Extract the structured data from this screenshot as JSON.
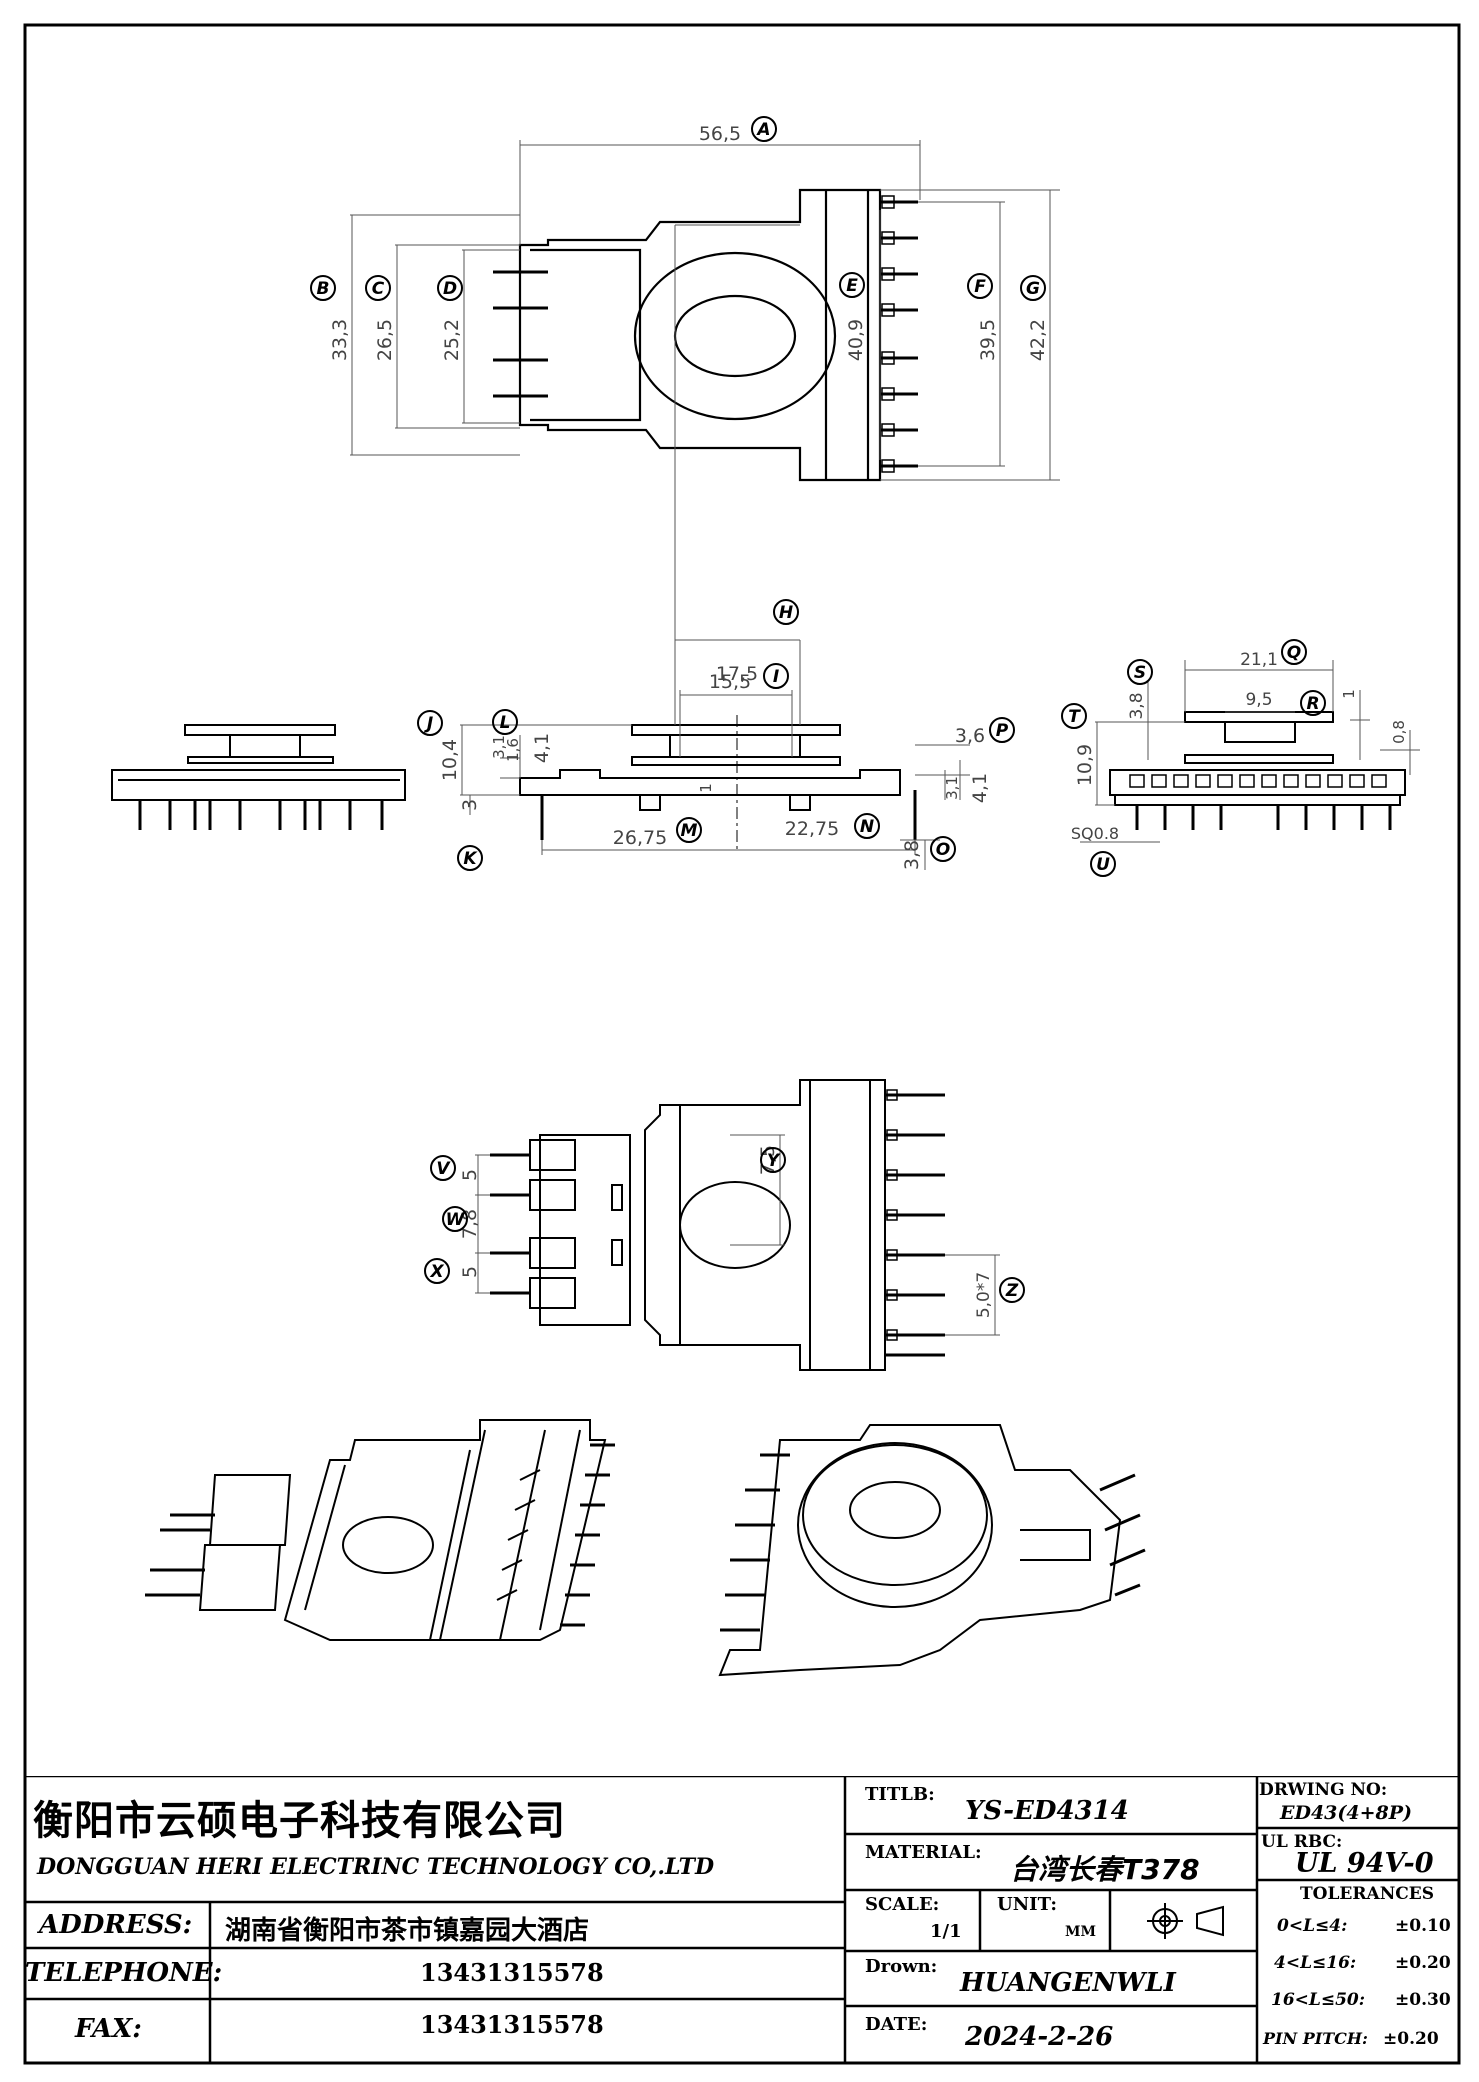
{
  "drawing": {
    "top_view": {
      "dims": {
        "A": "56,5",
        "B": "33,3",
        "C": "26,5",
        "D": "25,2",
        "E": "40,9",
        "F": "39,5",
        "G": "42,2"
      }
    },
    "side_view": {
      "dims": {
        "H": "17,5",
        "I": "15,5",
        "J": "10,4",
        "L1": "3,1",
        "L2": "1,6",
        "L3": "4,1",
        "K": "3",
        "M": "26,75",
        "N": "22,75",
        "O": "3,8",
        "P": "3,6",
        "P2": "3,1",
        "P3": "4,1",
        "center": "1"
      }
    },
    "end_view": {
      "dims": {
        "Q": "21,1",
        "R": "9,5",
        "S": "3,8",
        "S2": "1",
        "T": "10,9",
        "T2": "0,8",
        "U": "SQ0.8"
      }
    },
    "bottom_view": {
      "dims": {
        "V": "5",
        "W": "7,8",
        "X": "5",
        "Y": "7,5",
        "Z": "5,0*7"
      }
    },
    "bubbles": [
      "A",
      "B",
      "C",
      "D",
      "E",
      "F",
      "G",
      "H",
      "I",
      "J",
      "K",
      "L",
      "M",
      "N",
      "O",
      "P",
      "Q",
      "R",
      "S",
      "T",
      "U",
      "V",
      "W",
      "X",
      "Y",
      "Z"
    ]
  },
  "title_block": {
    "company_cn": "衡阳市云硕电子科技有限公司",
    "company_en": "DONGGUAN HERI ELECTRINC TECHNOLOGY CO,.LTD",
    "address_label": "ADDRESS:",
    "address_value": "湖南省衡阳市茶市镇嘉园大酒店",
    "telephone_label": "TELEPHONE:",
    "telephone_value": "13431315578",
    "fax_label": "FAX:",
    "fax_value": "13431315578",
    "title_label": "TITLB:",
    "title_value": "YS-ED4314",
    "material_label": "MATERIAL:",
    "material_value": "台湾长春T378",
    "scale_label": "SCALE:",
    "scale_value": "1/1",
    "unit_label": "UNIT:",
    "unit_value": "MM",
    "drawn_label": "Drown:",
    "drawn_value": "HUANGENWLI",
    "date_label": "DATE:",
    "date_value": "2024-2-26",
    "drawing_no_label": "DRWING NO:",
    "drawing_no_value": "ED43(4+8P)",
    "ul_label": "UL RBC:",
    "ul_value": "UL 94V-0",
    "tolerances_label": "TOLERANCES",
    "tolerances": [
      {
        "range": "0<L≤4:",
        "value": "±0.10"
      },
      {
        "range": "4<L≤16:",
        "value": "±0.20"
      },
      {
        "range": "16<L≤50:",
        "value": "±0.30"
      },
      {
        "range": "PIN PITCH:",
        "value": "±0.20"
      }
    ]
  }
}
